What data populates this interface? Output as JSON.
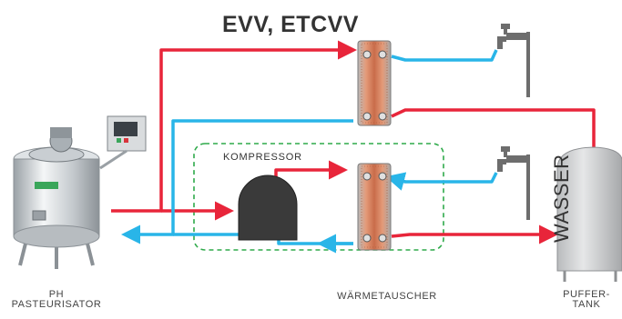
{
  "title": "EVV, ETCVV",
  "labels": {
    "compressor": "KOMPRESSOR",
    "tank_text": "WASSER",
    "pasteurizer_line1": "PH",
    "pasteurizer_line2": "PASTEURISATOR",
    "heat_exchanger": "WÄRMETAUSCHER",
    "buffer_line1": "PUFFER-",
    "buffer_line2": "TANK"
  },
  "icons": {
    "pasteurizer": "pasteurizer-machine-icon",
    "faucet_top": "water-tap-icon",
    "faucet_bottom": "water-tap-icon",
    "compressor": "compressor-icon",
    "heat_exchanger_top": "plate-heat-exchanger-icon",
    "heat_exchanger_bottom": "plate-heat-exchanger-icon",
    "tank": "buffer-tank-icon"
  },
  "colors": {
    "hot_line": "#e8253a",
    "cold_line": "#29b5e8",
    "boundary": "#2eaa4a",
    "compressor": "#3a3a3a",
    "exchanger": "#d98a6a"
  }
}
